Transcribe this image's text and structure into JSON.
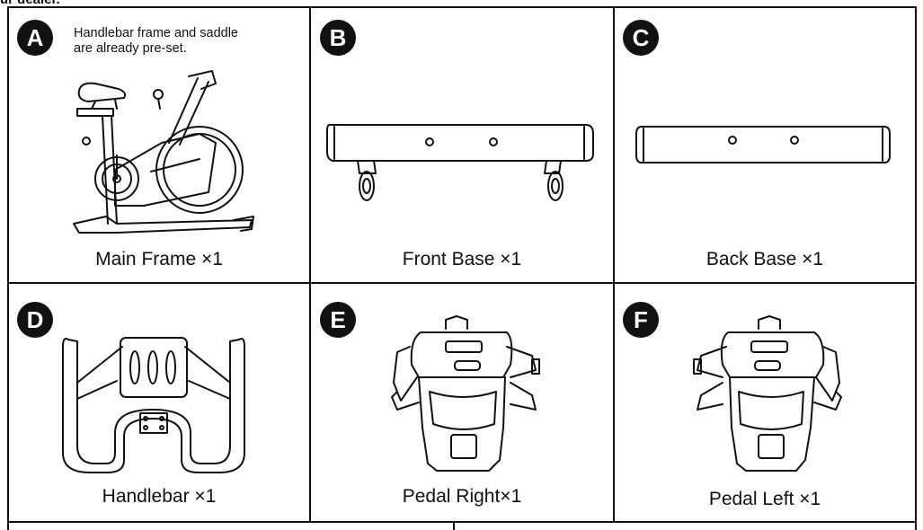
{
  "top_text": "ur dealer.",
  "parts": [
    {
      "badge": "A",
      "caption": "Main Frame ×1",
      "note": [
        "Handlebar frame and saddle",
        "are already pre-set."
      ]
    },
    {
      "badge": "B",
      "caption": "Front Base ×1"
    },
    {
      "badge": "C",
      "caption": "Back Base ×1"
    },
    {
      "badge": "D",
      "caption": "Handlebar ×1"
    },
    {
      "badge": "E",
      "caption": "Pedal Right×1"
    },
    {
      "badge": "F",
      "caption": "Pedal Left ×1"
    }
  ]
}
